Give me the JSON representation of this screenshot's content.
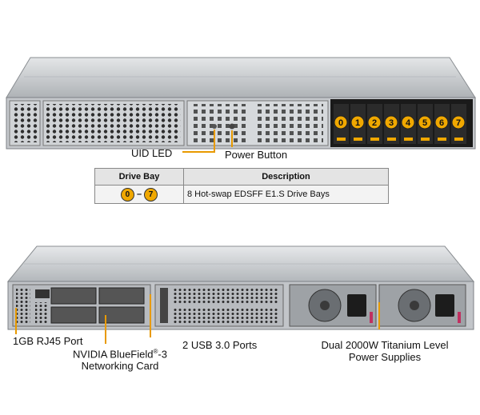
{
  "front": {
    "bay_numbers": [
      "0",
      "1",
      "2",
      "3",
      "4",
      "5",
      "6",
      "7"
    ],
    "callouts": {
      "uid_led": "UID LED",
      "power_button": "Power Button"
    }
  },
  "table": {
    "headers": {
      "drive_bay": "Drive Bay",
      "description": "Description"
    },
    "row": {
      "bay_start": "0",
      "separator": "–",
      "bay_end": "7",
      "description": "8 Hot-swap  EDSFF  E1.S Drive  Bays"
    }
  },
  "rear": {
    "callouts": {
      "rj45": "1GB RJ45 Port",
      "bluefield_line1_a": "NVIDIA BlueField",
      "bluefield_line1_sup": "®",
      "bluefield_line1_b": "-3",
      "bluefield_line2": "Networking Card",
      "usb": "2 USB 3.0 Ports",
      "psu_line1": "Dual 2000W Titanium Level",
      "psu_line2": "Power Supplies"
    }
  },
  "colors": {
    "accent": "#f0a800",
    "leader": "#e89a00",
    "chassis": "#c9ccd0",
    "bay": "#1a1a1a"
  }
}
